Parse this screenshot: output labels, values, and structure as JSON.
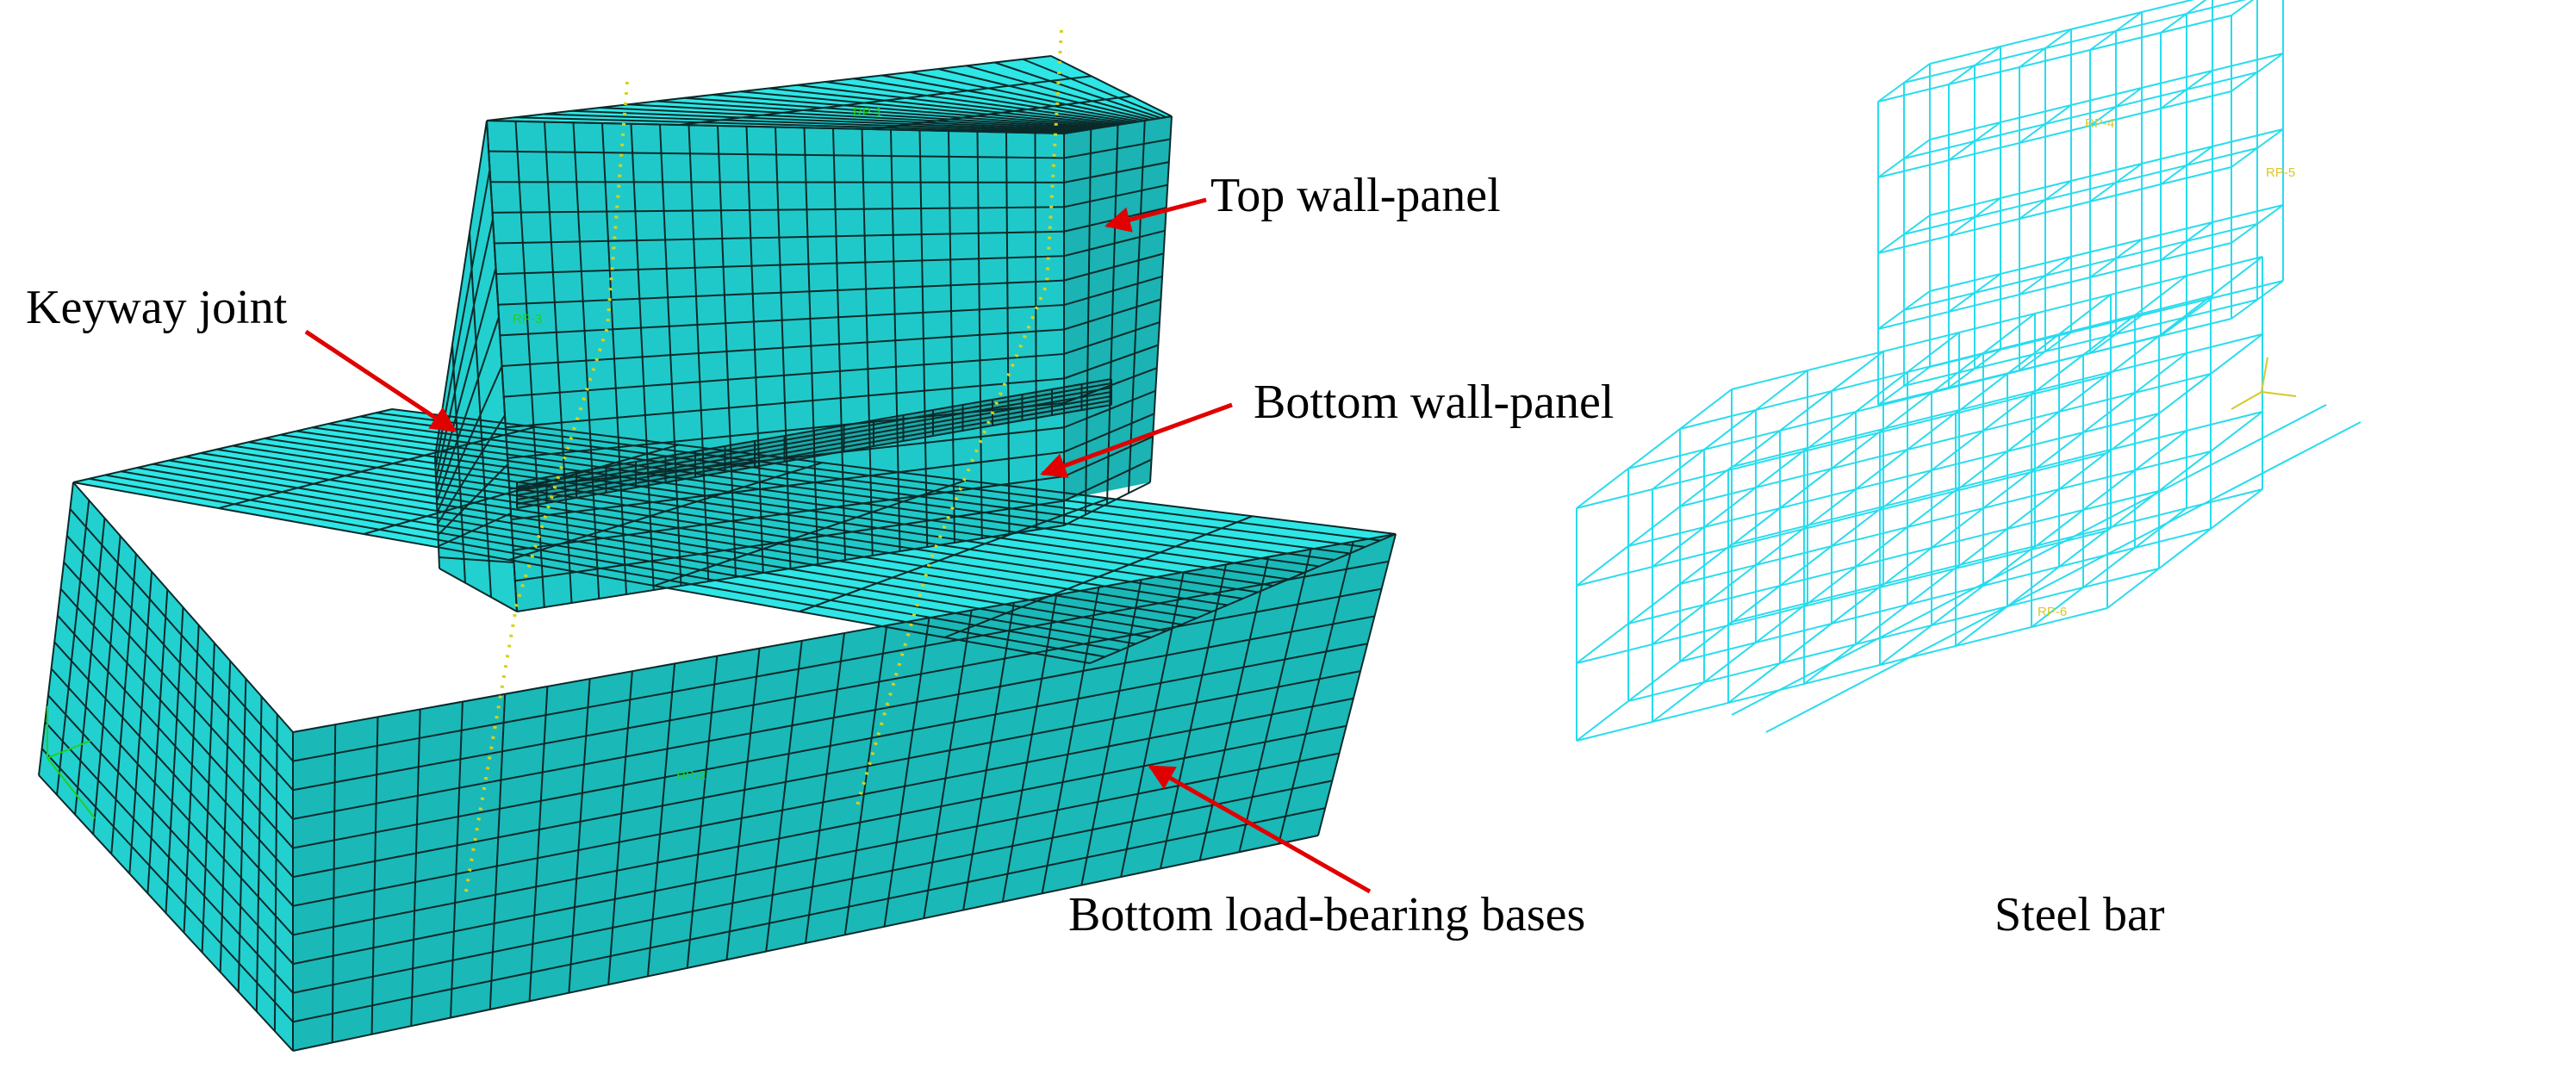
{
  "labels": {
    "top_wall_panel": "Top wall-panel",
    "keyway_joint": "Keyway joint",
    "bottom_wall_panel": "Bottom wall-panel",
    "bottom_bases": "Bottom load-bearing bases",
    "steel_bar": "Steel bar"
  },
  "ref_points": {
    "rp1": "RP-1",
    "rp2": "RP-2",
    "rp3": "RP-3",
    "rp4": "RP-4",
    "rp5": "RP-5",
    "rp6": "RP-6"
  },
  "colors": {
    "mesh_fill": "#22d8d8",
    "mesh_fill_front": "#1bb3b3",
    "mesh_fill_top": "#2ee6e6",
    "mesh_line": "#0a2a2a",
    "rebar": "#27dcee",
    "arrow": "#e00000",
    "tendon": "#d6d21a"
  }
}
